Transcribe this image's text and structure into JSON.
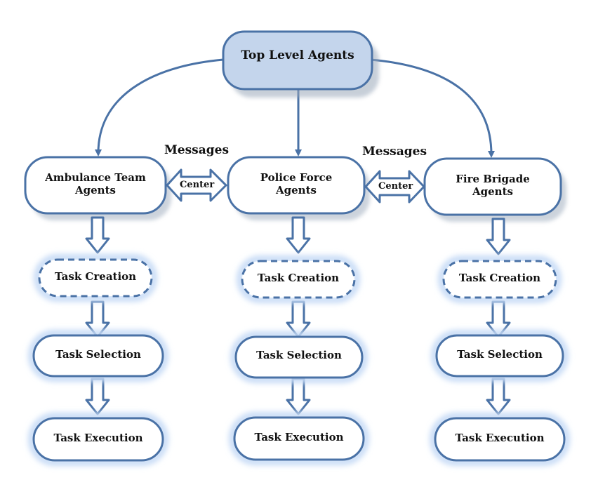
{
  "top": {
    "label": "Top Level Agents"
  },
  "connectors": {
    "messages_left": "Messages",
    "messages_right": "Messages",
    "center_left": "Center",
    "center_right": "Center"
  },
  "columns": [
    {
      "agent_line1": "Ambulance Team",
      "agent_line2": "Agents",
      "task_creation": "Task Creation",
      "task_selection": "Task Selection",
      "task_execution": "Task Execution"
    },
    {
      "agent_line1": "Police Force",
      "agent_line2": "Agents",
      "task_creation": "Task Creation",
      "task_selection": "Task Selection",
      "task_execution": "Task Execution"
    },
    {
      "agent_line1": "Fire Brigade",
      "agent_line2": "Agents",
      "task_creation": "Task Creation",
      "task_selection": "Task Selection",
      "task_execution": "Task Execution"
    }
  ],
  "colors": {
    "stroke": "#4a72a6",
    "top_fill": "#c4d5ec",
    "glow": "#c8dcf6"
  }
}
